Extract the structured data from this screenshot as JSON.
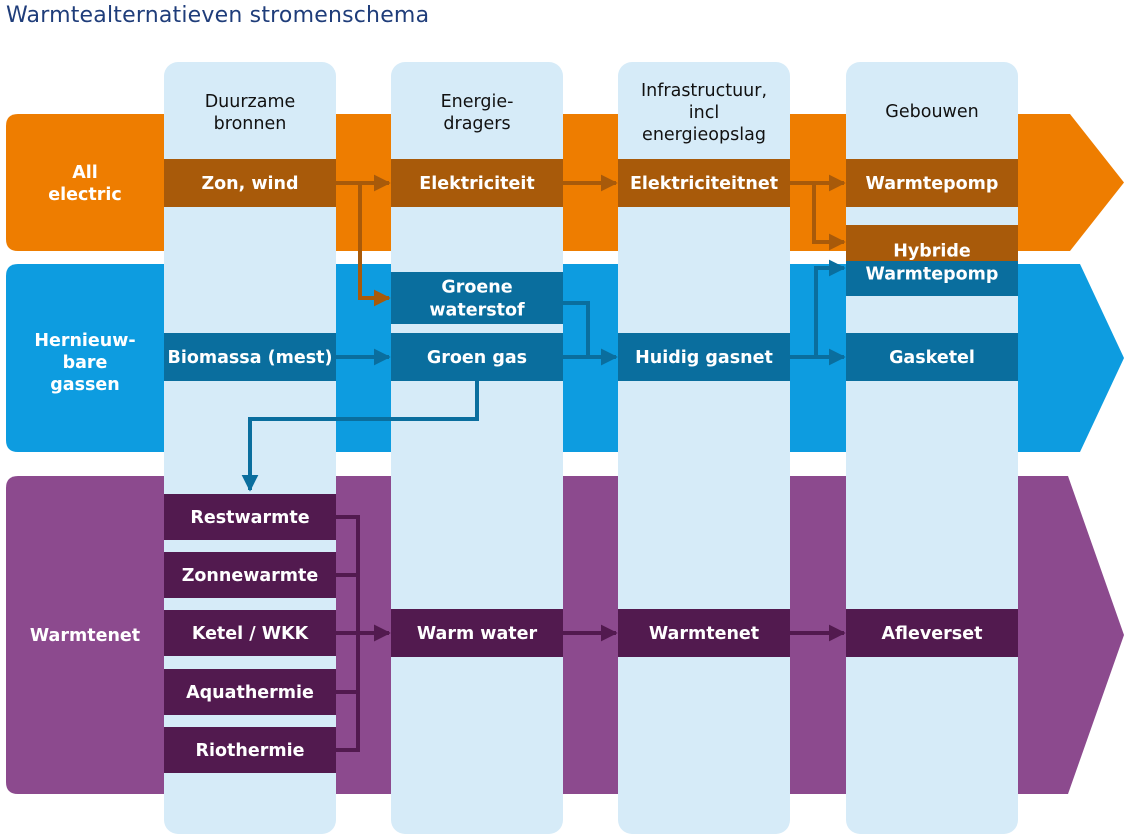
{
  "title": "Warmtealternatieven stromenschema",
  "colors": {
    "column_bg": "#d6ebf8",
    "electric_band": "#ee7d00",
    "electric_box": "#a85a0a",
    "gas_band": "#0d9ce0",
    "gas_box": "#0a6e9e",
    "heat_band": "#8c4a8e",
    "heat_box": "#521a4f"
  },
  "columns": [
    {
      "lines": [
        "Duurzame",
        "bronnen"
      ]
    },
    {
      "lines": [
        "Energie-",
        "dragers"
      ]
    },
    {
      "lines": [
        "Infrastructuur,",
        "incl",
        "energieopslag"
      ]
    },
    {
      "lines": [
        "Gebouwen"
      ]
    }
  ],
  "bands": {
    "electric": [
      "All",
      "electric"
    ],
    "gas": [
      "Hernieuw-",
      "bare",
      "gassen"
    ],
    "heat": [
      "Warmtenet"
    ]
  },
  "boxes": {
    "zon_wind": [
      "Zon, wind"
    ],
    "elektriciteit": [
      "Elektriciteit"
    ],
    "elektriciteitnet": [
      "Elektriciteitnet"
    ],
    "warmtepomp": [
      "Warmtepomp"
    ],
    "hybride": [
      "Hybride",
      "Warmtepomp"
    ],
    "groene_waterstof": [
      "Groene",
      "waterstof"
    ],
    "biomassa": [
      "Biomassa (mest)"
    ],
    "groen_gas": [
      "Groen gas"
    ],
    "huidig_gasnet": [
      "Huidig gasnet"
    ],
    "gasketel": [
      "Gasketel"
    ],
    "restwarmte": [
      "Restwarmte"
    ],
    "zonnewarmte": [
      "Zonnewarmte"
    ],
    "ketel_wkk": [
      "Ketel / WKK"
    ],
    "aquathermie": [
      "Aquathermie"
    ],
    "riothermie": [
      "Riothermie"
    ],
    "warm_water": [
      "Warm water"
    ],
    "warmtenet": [
      "Warmtenet"
    ],
    "afleverset": [
      "Afleverset"
    ]
  }
}
